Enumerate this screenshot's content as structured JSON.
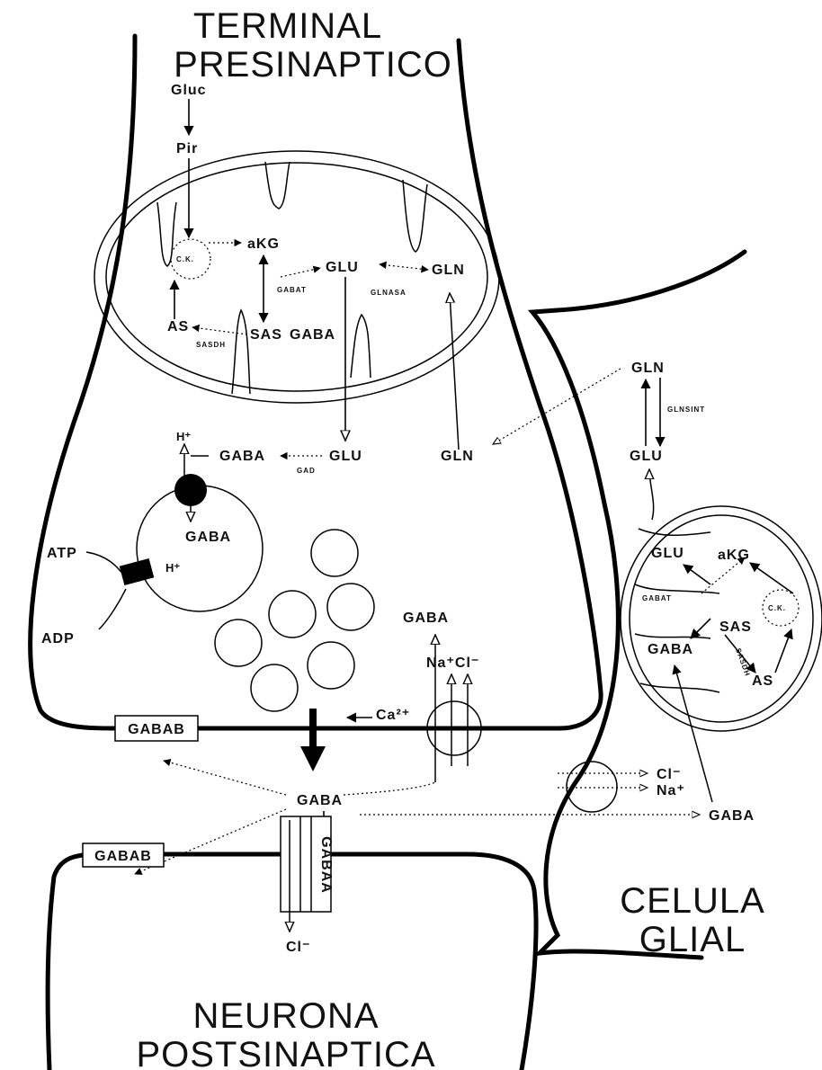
{
  "labels": {
    "terminal_1": "TERMINAL",
    "terminal_2": "PRESINAPTICO",
    "neurona_1": "NEURONA",
    "neurona_2": "POSTSINAPTICA",
    "celula_1": "CELULA",
    "celula_2": "GLIAL"
  },
  "presynaptic": {
    "gluc": "Gluc",
    "pir": "Pir",
    "ck": "C.K.",
    "akg": "aKG",
    "glu_mito": "GLU",
    "gln_mito": "GLN",
    "gabat": "GABAT",
    "glnasa": "GLNASA",
    "as": "AS",
    "sas": "SAS",
    "gaba_mito": "GABA",
    "sasdh": "SASDH",
    "hplus_top": "H⁺",
    "gaba_cyto": "GABA",
    "gad": "GAD",
    "glu_cyto": "GLU",
    "gln_cyto": "GLN",
    "gaba_vesicle": "GABA",
    "atp": "ATP",
    "hplus_pump": "H⁺",
    "adp": "ADP",
    "gaba_transporter": "GABA",
    "nacl": "Na⁺Cl⁻",
    "ca": "Ca²⁺",
    "gabab_pre": "GABAB"
  },
  "cleft": {
    "gaba": "GABA"
  },
  "postsynaptic": {
    "gabab_post": "GABAB",
    "gabaa": "GABAA",
    "cl": "Cl⁻"
  },
  "glial": {
    "gln": "GLN",
    "glnsint": "GLNSINT",
    "glu": "GLU",
    "glu_mito": "GLU",
    "akg": "aKG",
    "gabat": "GABAT",
    "ck": "C.K.",
    "sas": "SAS",
    "sasdh": "SASDH",
    "gaba_mito": "GABA",
    "as": "AS",
    "cl": "Cl⁻",
    "na": "Na⁺",
    "gaba_uptake": "GABA"
  }
}
